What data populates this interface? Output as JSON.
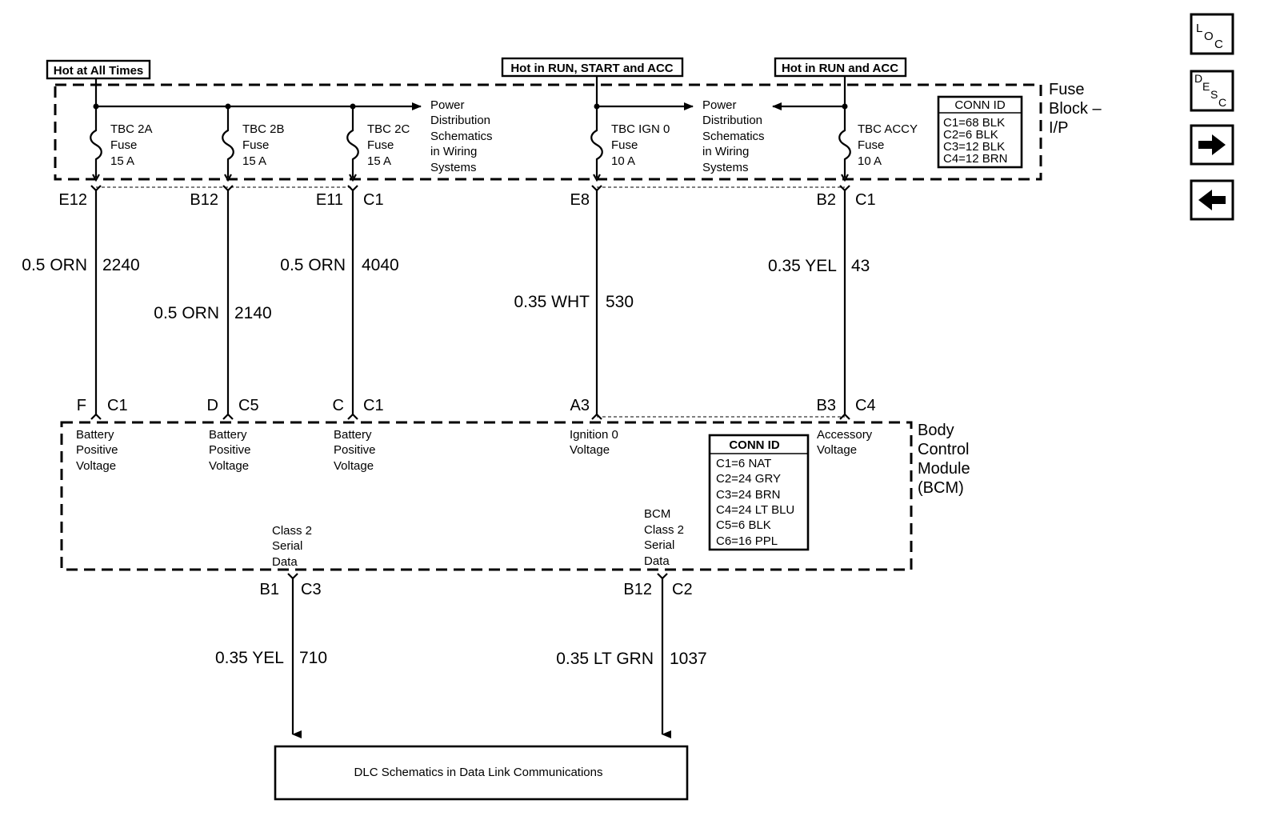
{
  "sources": {
    "hot_at_all_times": "Hot at All Times",
    "hot_run_start_acc": "Hot in RUN, START and ACC",
    "hot_run_acc": "Hot in RUN and ACC"
  },
  "fuse_block": {
    "title_lines": [
      "Fuse",
      "Block –",
      "I/P"
    ],
    "conn_id": {
      "header": "CONN ID",
      "lines": [
        "C1=68 BLK",
        "C2=6 BLK",
        "C3=12 BLK",
        "C4=12 BRN"
      ]
    },
    "fuses": [
      {
        "lines": [
          "TBC 2A",
          "Fuse",
          "15 A"
        ]
      },
      {
        "lines": [
          "TBC 2B",
          "Fuse",
          "15 A"
        ]
      },
      {
        "lines": [
          "TBC 2C",
          "Fuse",
          "15 A"
        ]
      },
      {
        "lines": [
          "TBC IGN 0",
          "Fuse",
          "10 A"
        ]
      },
      {
        "lines": [
          "TBC ACCY",
          "Fuse",
          "10 A"
        ]
      }
    ],
    "power_dist_refs": [
      {
        "lines": [
          "Power",
          "Distribution",
          "Schematics",
          "in Wiring",
          "Systems"
        ]
      },
      {
        "lines": [
          "Power",
          "Distribution",
          "Schematics",
          "in Wiring",
          "Systems"
        ]
      }
    ]
  },
  "fuse_pins": [
    {
      "pin": "E12",
      "conn": ""
    },
    {
      "pin": "B12",
      "conn": ""
    },
    {
      "pin": "E11",
      "conn": "C1"
    },
    {
      "pin": "E8",
      "conn": ""
    },
    {
      "pin": "B2",
      "conn": "C1"
    }
  ],
  "wires": [
    {
      "gauge_color": "0.5 ORN",
      "circuit": "2240"
    },
    {
      "gauge_color": "0.5 ORN",
      "circuit": "2140"
    },
    {
      "gauge_color": "0.5 ORN",
      "circuit": "4040"
    },
    {
      "gauge_color": "0.35 WHT",
      "circuit": "530"
    },
    {
      "gauge_color": "0.35 YEL",
      "circuit": "43"
    }
  ],
  "bcm_pins": [
    {
      "pin": "F",
      "conn": "C1"
    },
    {
      "pin": "D",
      "conn": "C5"
    },
    {
      "pin": "C",
      "conn": "C1"
    },
    {
      "pin": "A3",
      "conn": ""
    },
    {
      "pin": "B3",
      "conn": "C4"
    }
  ],
  "bcm": {
    "title_lines": [
      "Body",
      "Control",
      "Module",
      "(BCM)"
    ],
    "inputs": [
      {
        "lines": [
          "Battery",
          "Positive",
          "Voltage"
        ]
      },
      {
        "lines": [
          "Battery",
          "Positive",
          "Voltage"
        ]
      },
      {
        "lines": [
          "Battery",
          "Positive",
          "Voltage"
        ]
      },
      {
        "lines": [
          "Ignition 0",
          "Voltage"
        ]
      },
      {
        "lines": [
          "Accessory",
          "Voltage"
        ]
      }
    ],
    "conn_id": {
      "header": "CONN ID",
      "lines": [
        "C1=6 NAT",
        "C2=24 GRY",
        "C3=24 BRN",
        "C4=24 LT BLU",
        "C5=6 BLK",
        "C6=16 PPL"
      ]
    },
    "outputs": [
      {
        "lines": [
          "Class 2",
          "Serial",
          "Data"
        ]
      },
      {
        "lines": [
          "BCM",
          "Class 2",
          "Serial",
          "Data"
        ]
      }
    ]
  },
  "out_pins": [
    {
      "pin": "B1",
      "conn": "C3"
    },
    {
      "pin": "B12",
      "conn": "C2"
    }
  ],
  "out_wires": [
    {
      "gauge_color": "0.35 YEL",
      "circuit": "710"
    },
    {
      "gauge_color": "0.35 LT GRN",
      "circuit": "1037"
    }
  ],
  "dlc_ref": "DLC Schematics in Data Link Communications",
  "nav": {
    "loc": {
      "main": "L",
      "sub1": "O",
      "sub2": "C"
    },
    "desc": {
      "main": "D",
      "sub1": "E",
      "sub2": "S",
      "sub3": "C"
    },
    "next_icon": "arrow-right-icon",
    "prev_icon": "arrow-left-icon"
  }
}
